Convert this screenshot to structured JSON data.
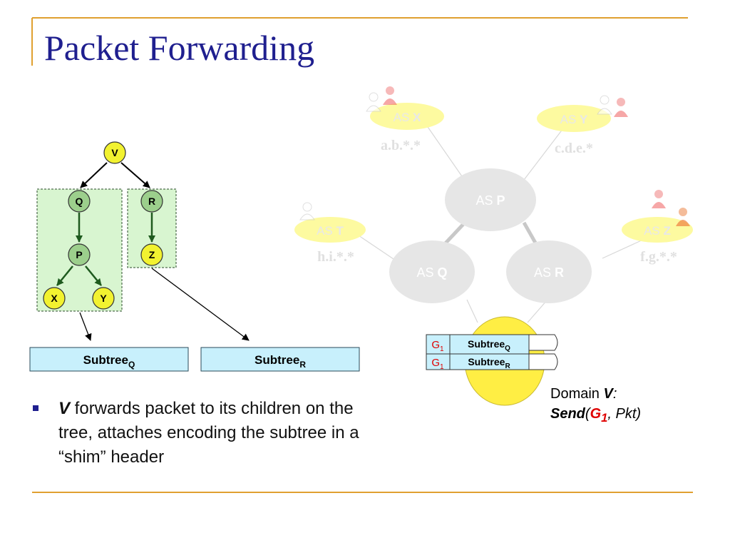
{
  "title": "Packet Forwarding",
  "colors": {
    "title": "#1f1f8f",
    "accent_gold": "#e0a030",
    "node_yellow": "#f2f230",
    "node_green": "#9ccf8c",
    "subtree_box": "#c8f0fc",
    "faded_gray": "#e6e6e6",
    "red": "#e00000"
  },
  "tree": {
    "root": "V",
    "nodes_left": [
      "Q",
      "P",
      "X",
      "Y"
    ],
    "nodes_right": [
      "R",
      "Z"
    ],
    "subtree_q": {
      "main": "Subtree",
      "sub": "Q"
    },
    "subtree_r": {
      "main": "Subtree",
      "sub": "R"
    }
  },
  "network": {
    "as_prefix": "AS",
    "as_x": {
      "name": "X",
      "ip": "a.b.*.*"
    },
    "as_y": {
      "name": "Y",
      "ip": "c.d.e.*"
    },
    "as_t": {
      "name": "T",
      "ip": "h.i.*.*"
    },
    "as_z": {
      "name": "Z",
      "ip": "f.g.*.*"
    },
    "as_p": {
      "name": "P"
    },
    "as_q": {
      "name": "Q"
    },
    "as_r": {
      "name": "R"
    },
    "icons": [
      "person-icon",
      "person-outline-icon"
    ]
  },
  "shim_header": {
    "rows": [
      {
        "group": "G",
        "group_sub": "1",
        "subtree": "Subtree",
        "subtree_sub": "Q"
      },
      {
        "group": "G",
        "group_sub": "1",
        "subtree": "Subtree",
        "subtree_sub": "R"
      }
    ]
  },
  "domain_label": {
    "line1_prefix": "Domain ",
    "line1_var": "V",
    "line1_suffix": ":",
    "send": "Send",
    "open": "(",
    "group": "G",
    "group_sub": "1",
    "comma_pkt": ", Pkt)"
  },
  "bullet": {
    "bold": "V",
    "rest": " forwards packet to its children on the tree, attaches encoding the subtree in a “shim” header"
  }
}
